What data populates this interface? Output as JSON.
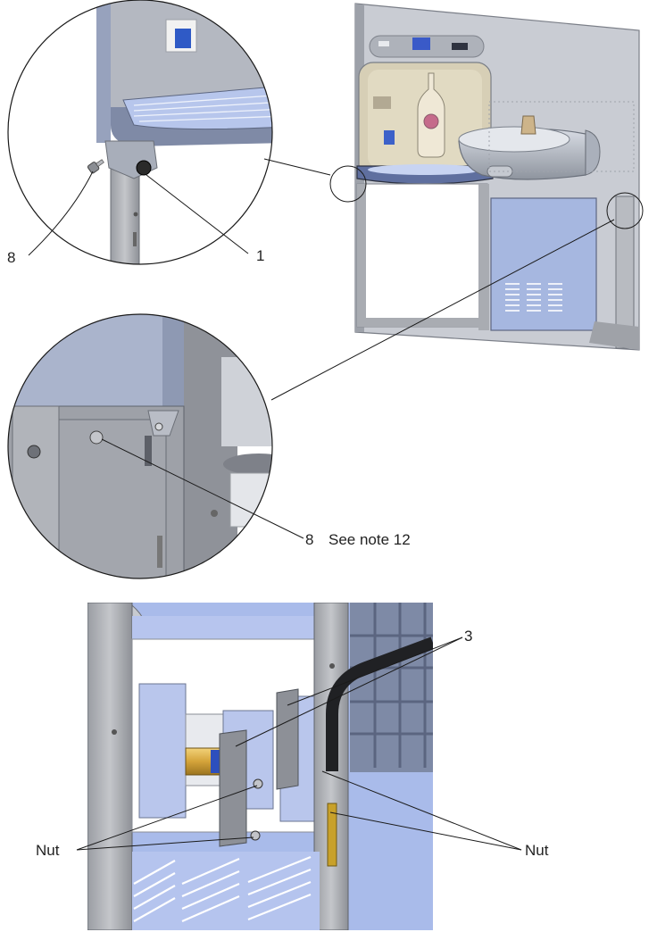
{
  "callouts": {
    "top_part_left": "8",
    "top_part_right": "1",
    "middle_part": "8",
    "middle_note": "See note 12",
    "bottom_part": "3",
    "bottom_nut_left": "Nut",
    "bottom_nut_right": "Nut"
  },
  "colors": {
    "panel_gray": "#b8bcc6",
    "panel_dark": "#8d929c",
    "steel": "#a9abb0",
    "blue_body": "#a7b9e6",
    "leader_line": "#1a1a1a"
  }
}
